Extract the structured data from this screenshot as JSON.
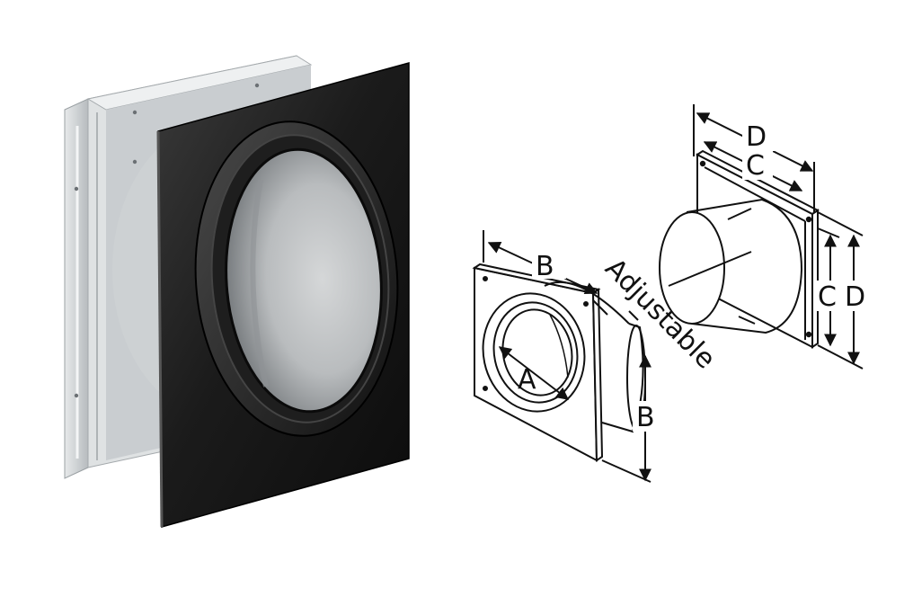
{
  "diagram": {
    "labels": {
      "a": "A",
      "b": "B",
      "c": "C",
      "d": "D",
      "adjustable": "Adjustable"
    }
  }
}
